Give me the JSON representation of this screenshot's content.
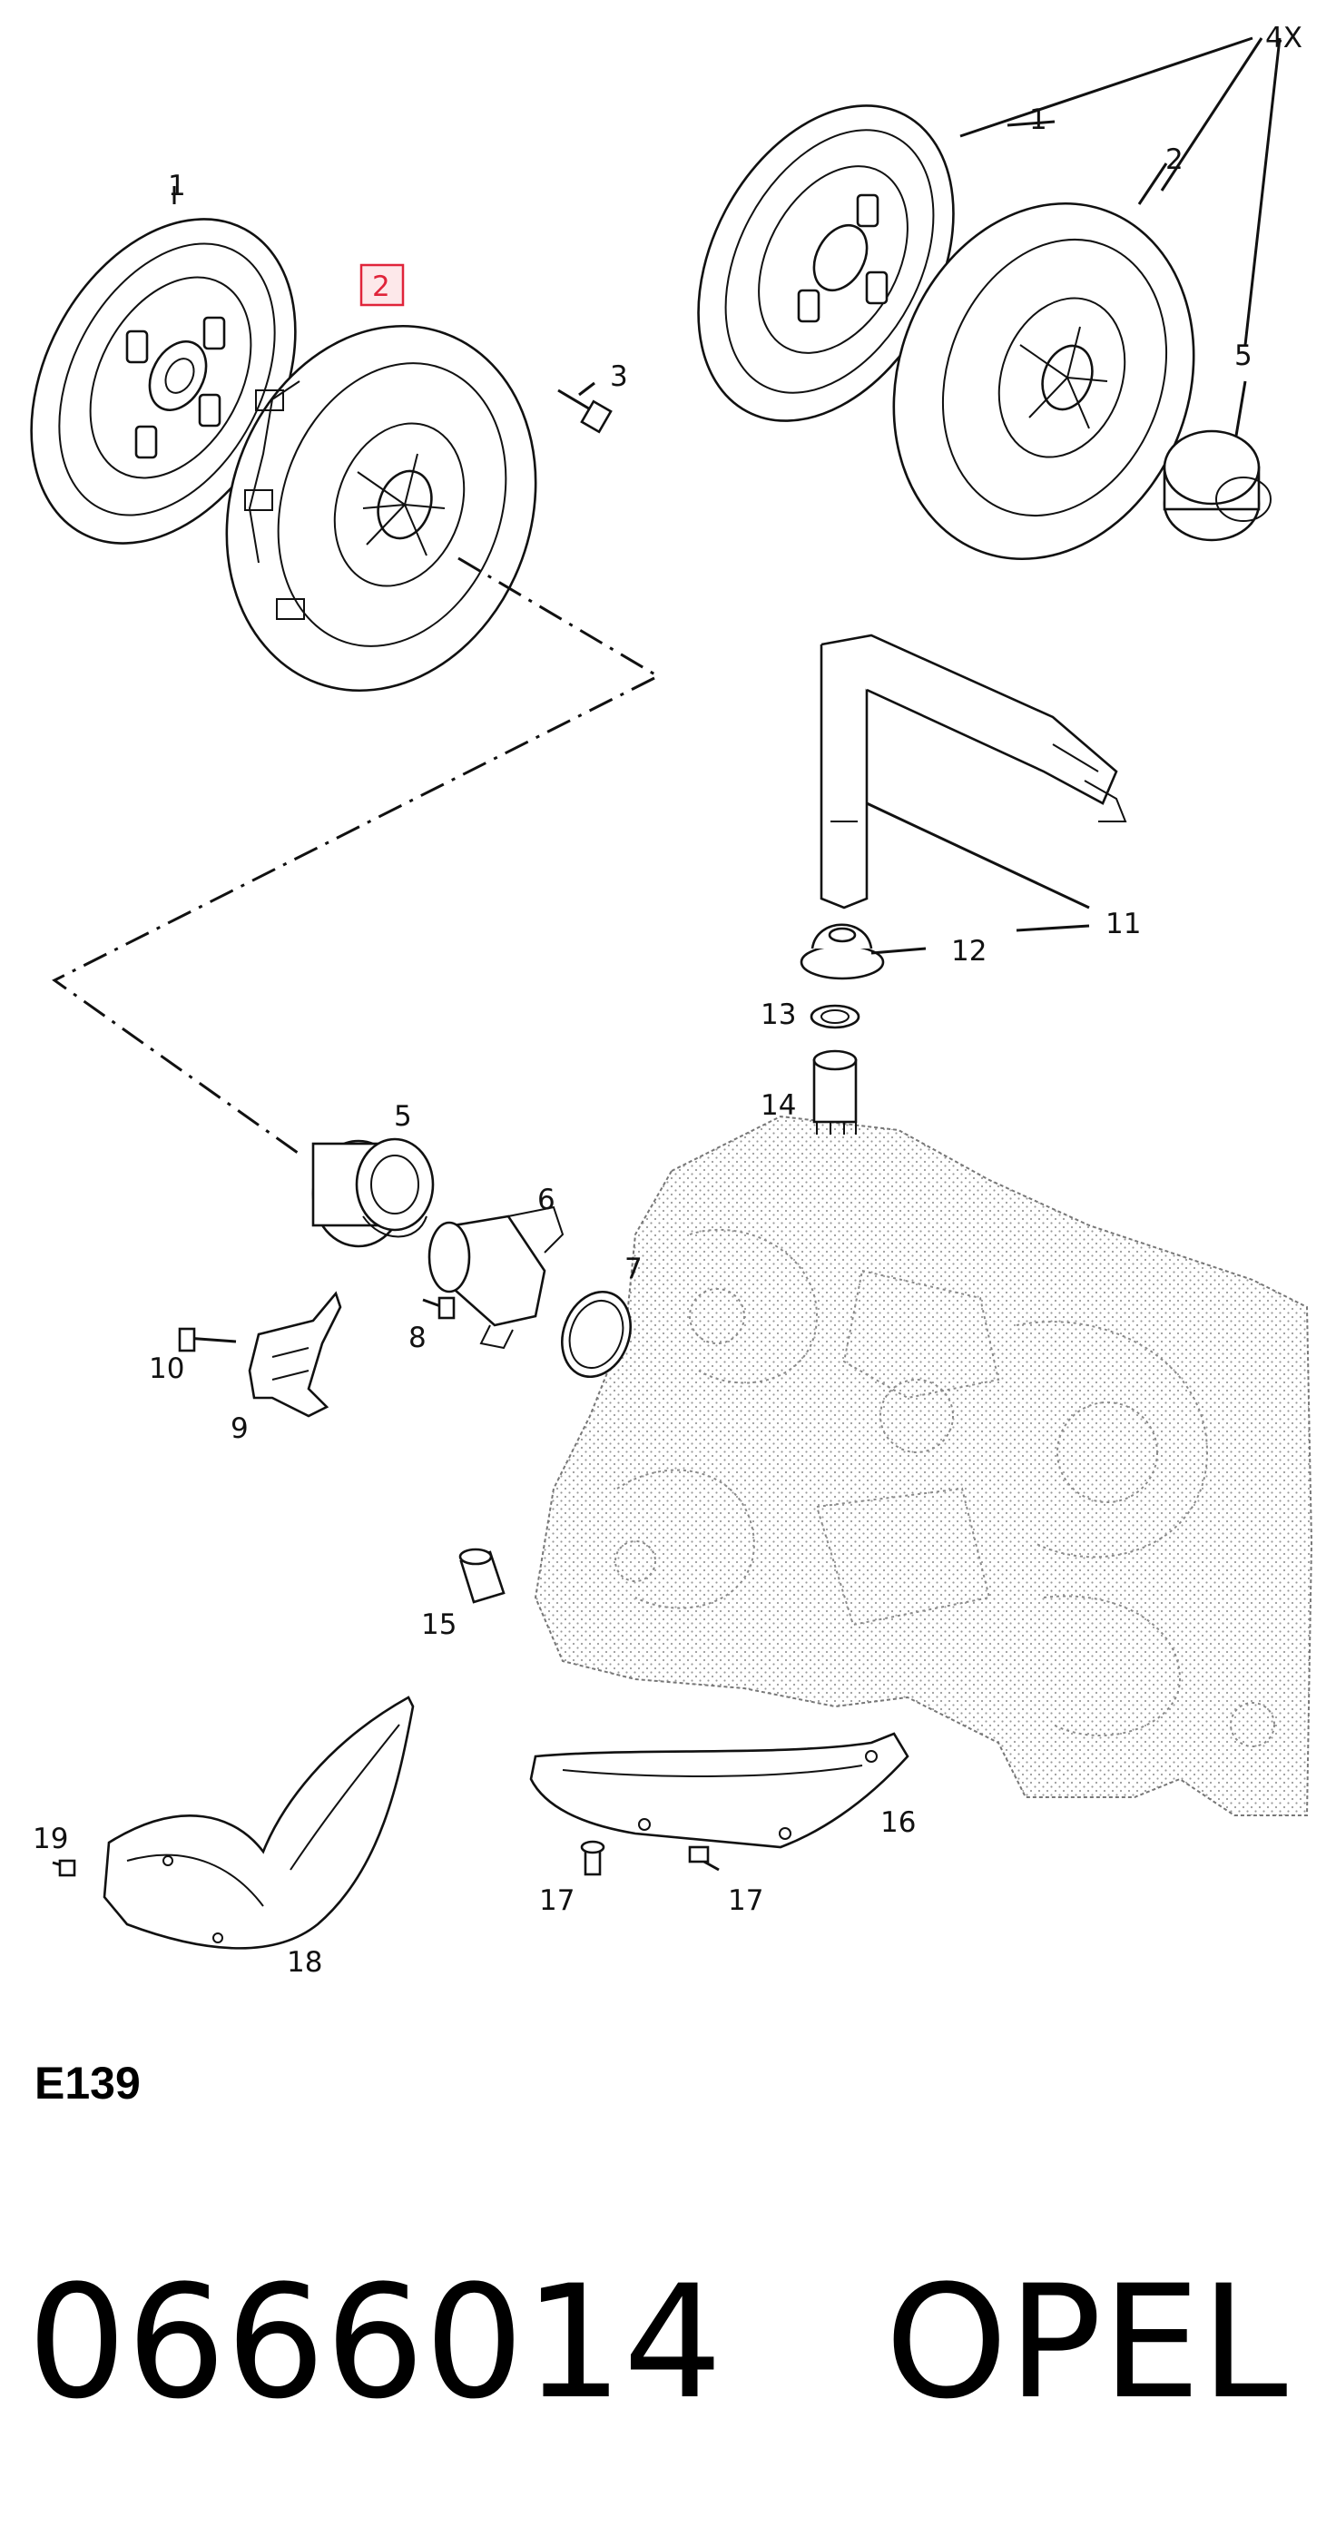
{
  "callouts": {
    "c1_left": "1",
    "c2_left": "2",
    "c3": "3",
    "c4x": "4X",
    "c1_right": "1",
    "c2_right": "2",
    "c5_right": "5",
    "c11": "11",
    "c12": "12",
    "c13": "13",
    "c14": "14",
    "c5_mid": "5",
    "c6": "6",
    "c7": "7",
    "c8": "8",
    "c9": "9",
    "c10": "10",
    "c15": "15",
    "c16": "16",
    "c17a": "17",
    "c17b": "17",
    "c18": "18",
    "c19": "19"
  },
  "diagram_code": "E139",
  "part_number": "0666014",
  "brand": "OPEL",
  "colors": {
    "highlight": "#e0243a",
    "ink": "#111111"
  }
}
